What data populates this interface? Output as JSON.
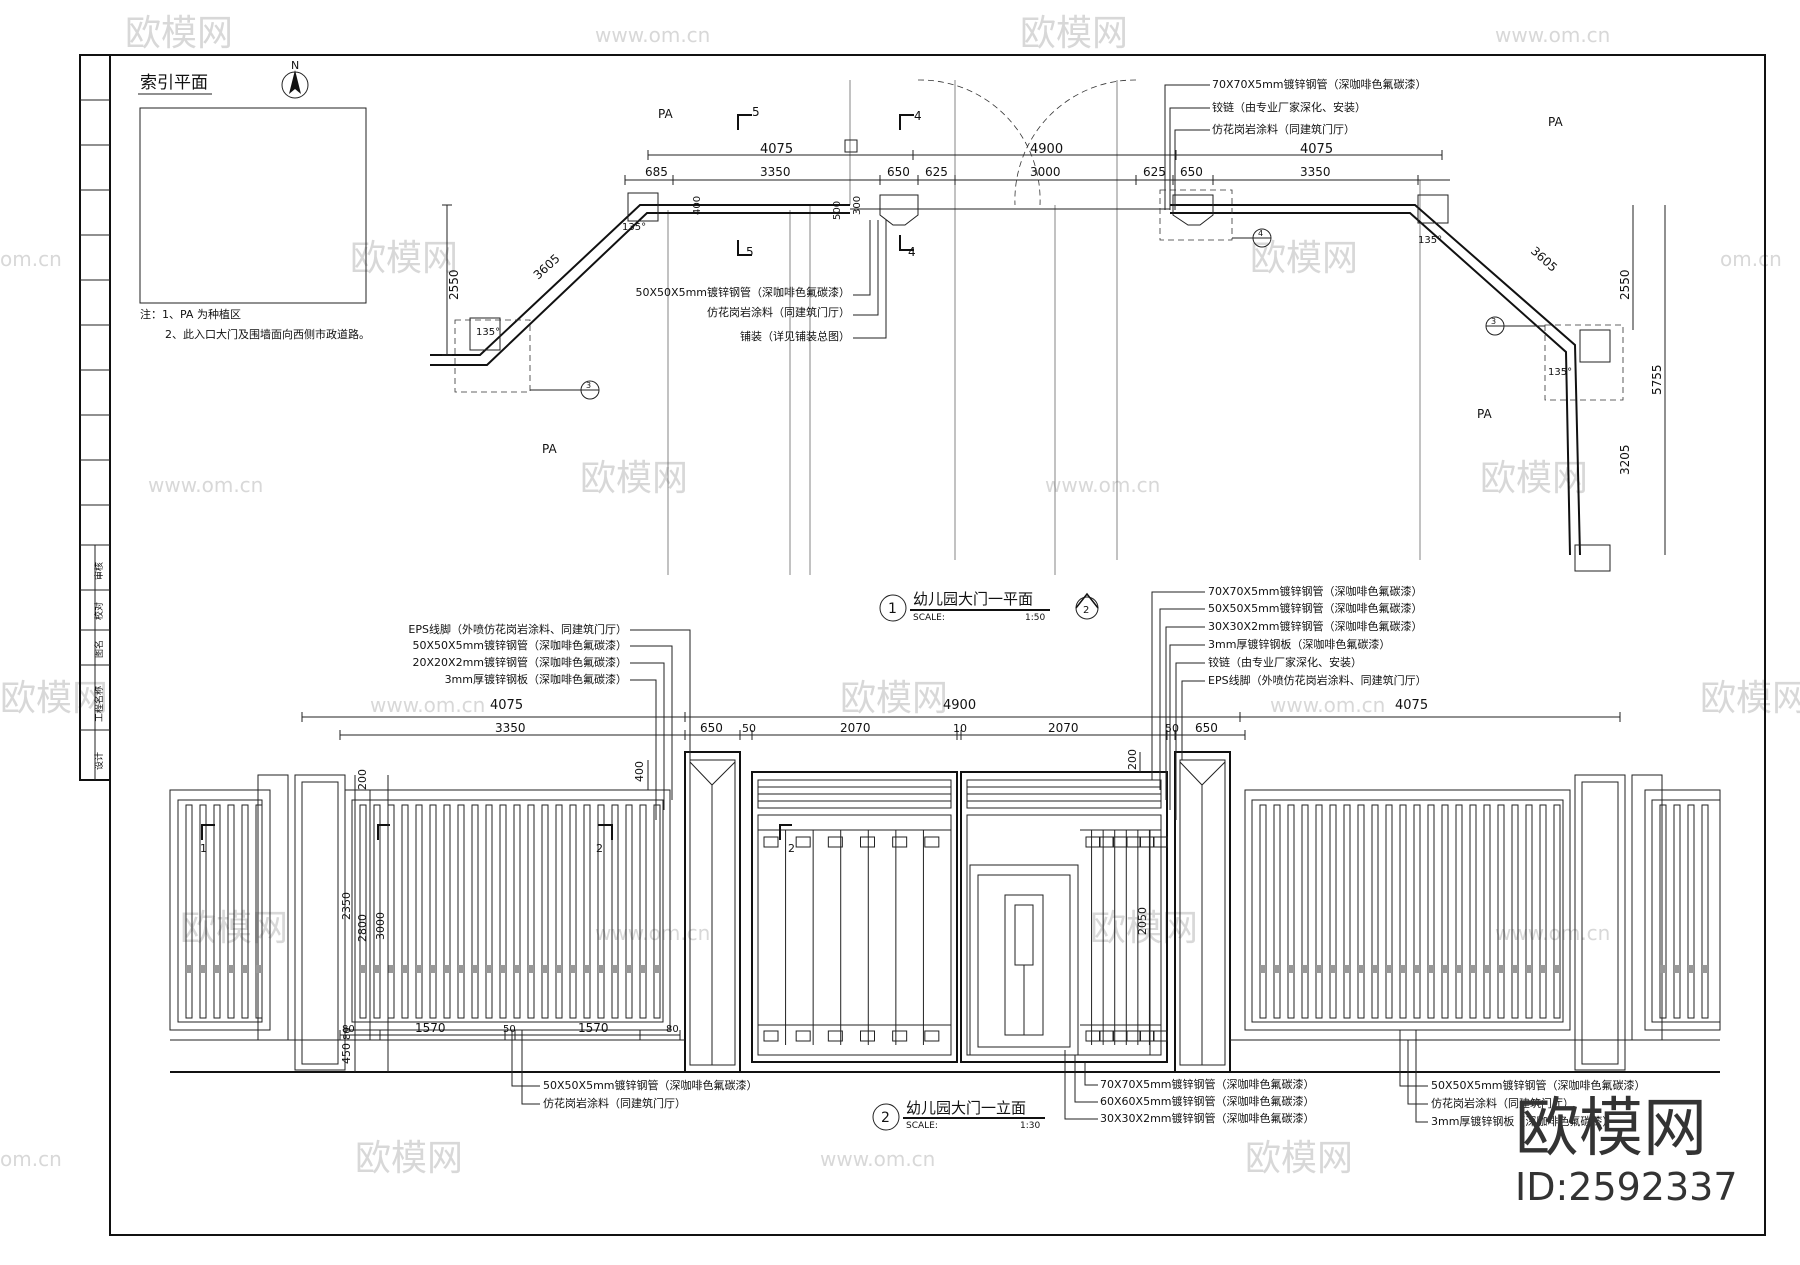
{
  "watermark": {
    "logo_text": "欧模网",
    "url": "www.om.cn",
    "url_short": "om.cn",
    "id_label": "ID:2592337",
    "brand_big": "欧模网"
  },
  "index_plan": {
    "title": "索引平面",
    "north": "N",
    "notes": [
      "注：1、PA 为种植区",
      "2、此入口大门及围墙面向西侧市政道路。"
    ]
  },
  "title_block": [
    "设计",
    "工程名称",
    "图名",
    "校对",
    "审核"
  ],
  "plan": {
    "title": "幼儿园大门一平面",
    "scale_label": "SCALE:",
    "scale": "1:50",
    "number": "1",
    "ref_mark": "2",
    "area_labels": [
      "PA",
      "PA",
      "PA",
      "PA"
    ],
    "dims_top": [
      "4075",
      "4900",
      "4075"
    ],
    "dims_mid": [
      "685",
      "3350",
      "650",
      "625",
      "3000",
      "625",
      "650",
      "3350"
    ],
    "dims_misc": [
      "400",
      "500",
      "300",
      "3605",
      "3605",
      "2550",
      "2550",
      "5755",
      "3205",
      "135°",
      "135°",
      "135°",
      "135°"
    ],
    "section_marks": [
      "5",
      "5",
      "4",
      "4"
    ],
    "callouts_left": [
      "50X50X5mm镀锌钢管（深咖啡色氟碳漆）",
      "仿花岗岩涂料（同建筑门厅）",
      "铺装（详见铺装总图）"
    ],
    "callouts_right": [
      "70X70X5mm镀锌钢管（深咖啡色氟碳漆）",
      "铰链（由专业厂家深化、安装）",
      "仿花岗岩涂料（同建筑门厅）"
    ],
    "detail_refs": [
      "4",
      "3",
      "3"
    ]
  },
  "elevation": {
    "title": "幼儿园大门一立面",
    "scale_label": "SCALE:",
    "scale": "1:30",
    "number": "2",
    "dims_top": [
      "4075",
      "4900",
      "4075"
    ],
    "dims_mid": [
      "3350",
      "650",
      "50",
      "2070",
      "10",
      "2070",
      "50",
      "650"
    ],
    "dims_bottom": [
      "80",
      "1570",
      "50",
      "1570",
      "80"
    ],
    "dims_vertical": [
      "200",
      "2350",
      "2800",
      "3000",
      "450",
      "80",
      "400",
      "200",
      "2050"
    ],
    "section_marks": [
      "1",
      "2",
      "2"
    ],
    "callouts_left_top": [
      "EPS线脚（外喷仿花岗岩涂料、同建筑门厅）",
      "50X50X5mm镀锌钢管（深咖啡色氟碳漆）",
      "20X20X2mm镀锌钢管（深咖啡色氟碳漆）",
      "3mm厚镀锌钢板（深咖啡色氟碳漆）"
    ],
    "callouts_right_top": [
      "70X70X5mm镀锌钢管（深咖啡色氟碳漆）",
      "50X50X5mm镀锌钢管（深咖啡色氟碳漆）",
      "30X30X2mm镀锌钢管（深咖啡色氟碳漆）",
      "3mm厚镀锌钢板（深咖啡色氟碳漆）",
      "铰链（由专业厂家深化、安装）",
      "EPS线脚（外喷仿花岗岩涂料、同建筑门厅）"
    ],
    "callouts_bottom_left": [
      "50X50X5mm镀锌钢管（深咖啡色氟碳漆）",
      "仿花岗岩涂料（同建筑门厅）"
    ],
    "callouts_bottom_mid": [
      "70X70X5mm镀锌钢管（深咖啡色氟碳漆）",
      "60X60X5mm镀锌钢管（深咖啡色氟碳漆）",
      "30X30X2mm镀锌钢管（深咖啡色氟碳漆）"
    ],
    "callouts_bottom_right": [
      "50X50X5mm镀锌钢管（深咖啡色氟碳漆）",
      "仿花岗岩涂料（同建筑门厅）",
      "3mm厚镀锌钢板（深咖啡色氟碳漆）"
    ]
  }
}
